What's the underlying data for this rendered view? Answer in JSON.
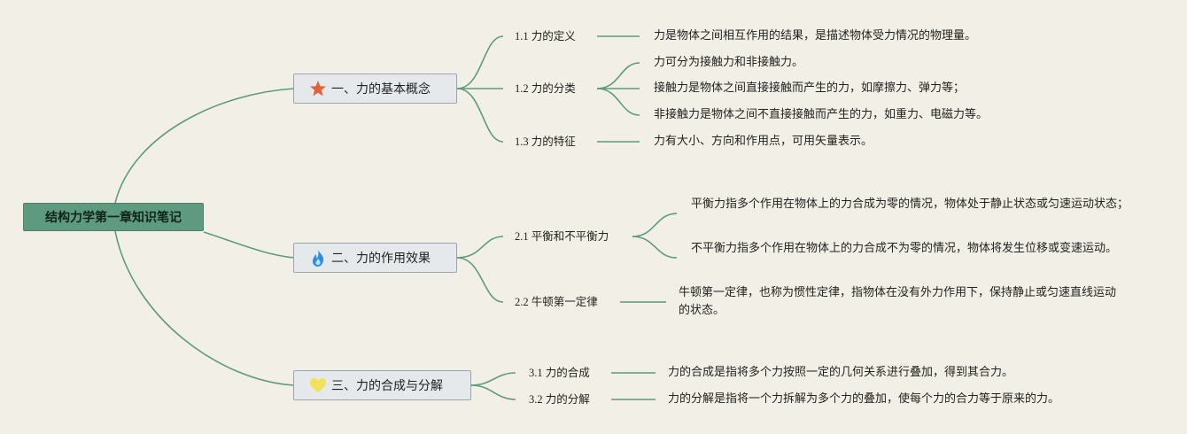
{
  "root": {
    "title": "结构力学第一章知识笔记"
  },
  "branches": [
    {
      "label": "一、力的基本概念",
      "icon": "star-icon",
      "icon_color": "#e0633a",
      "subs": [
        {
          "label": "1.1 力的定义",
          "leaves": [
            "力是物体之间相互作用的结果，是描述物体受力情况的物理量。"
          ]
        },
        {
          "label": "1.2 力的分类",
          "leaves": [
            "力可分为接触力和非接触力。",
            "接触力是物体之间直接接触而产生的力，如摩擦力、弹力等；",
            "非接触力是物体之间不直接接触而产生的力，如重力、电磁力等。"
          ]
        },
        {
          "label": "1.3 力的特征",
          "leaves": [
            "力有大小、方向和作用点，可用矢量表示。"
          ]
        }
      ]
    },
    {
      "label": "二、力的作用效果",
      "icon": "flame-icon",
      "icon_color": "#2e8ee0",
      "subs": [
        {
          "label": "2.1 平衡和不平衡力",
          "leaves": [
            "平衡力指多个作用在物体上的力合成为零的情况，物体处于静止状态或匀速运动状态；",
            "不平衡力指多个作用在物体上的力合成不为零的情况，物体将发生位移或变速运动。"
          ]
        },
        {
          "label": "2.2 牛顿第一定律",
          "leaves": [
            "牛顿第一定律，也称为惯性定律，指物体在没有外力作用下，保持静止或匀速直线运动的状态。"
          ]
        }
      ]
    },
    {
      "label": "三、力的合成与分解",
      "icon": "heart-icon",
      "icon_color": "#f2e25a",
      "subs": [
        {
          "label": "3.1 力的合成",
          "leaves": [
            "力的合成是指将多个力按照一定的几何关系进行叠加，得到其合力。"
          ]
        },
        {
          "label": "3.2 力的分解",
          "leaves": [
            "力的分解是指将一个力拆解为多个力的叠加，使每个力的合力等于原来的力。"
          ]
        }
      ]
    }
  ],
  "colors": {
    "background": "#f2f0e6",
    "line": "#5e9a7f",
    "root_fill": "#5e9a7f",
    "branch_fill": "#e6e9ec"
  }
}
